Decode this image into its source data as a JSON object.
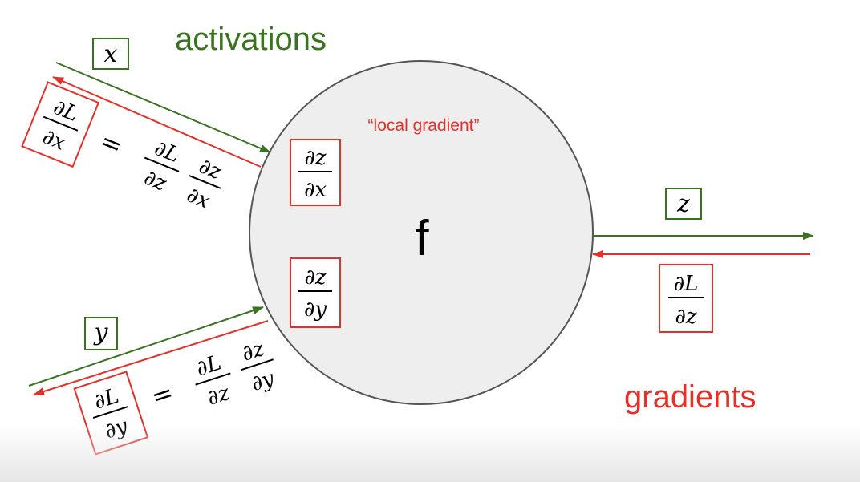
{
  "colors": {
    "activation": "#3a7320",
    "gradient": "#e5302a",
    "node_fill": "#eeeeee",
    "node_stroke": "#555555",
    "ink": "#000000"
  },
  "labels": {
    "activations": "activations",
    "gradients": "gradients",
    "local_gradient": "“local gradient”",
    "node": "f"
  },
  "variables": {
    "x": "x",
    "y": "y",
    "z": "z"
  },
  "upstream_gradient": {
    "num": "∂L",
    "den": "∂z"
  },
  "local_gradients": {
    "dz_dx": {
      "num": "∂z",
      "den": "∂x"
    },
    "dz_dy": {
      "num": "∂z",
      "den": "∂y"
    }
  },
  "chain_rule_x": {
    "lhs": {
      "num": "∂L",
      "den": "∂x"
    },
    "op": "=",
    "rhs1": {
      "num": "∂L",
      "den": "∂z"
    },
    "rhs2": {
      "num": "∂z",
      "den": "∂x"
    }
  },
  "chain_rule_y": {
    "lhs": {
      "num": "∂L",
      "den": "∂y"
    },
    "op": "=",
    "rhs1": {
      "num": "∂L",
      "den": "∂z"
    },
    "rhs2": {
      "num": "∂z",
      "den": "∂y"
    }
  }
}
